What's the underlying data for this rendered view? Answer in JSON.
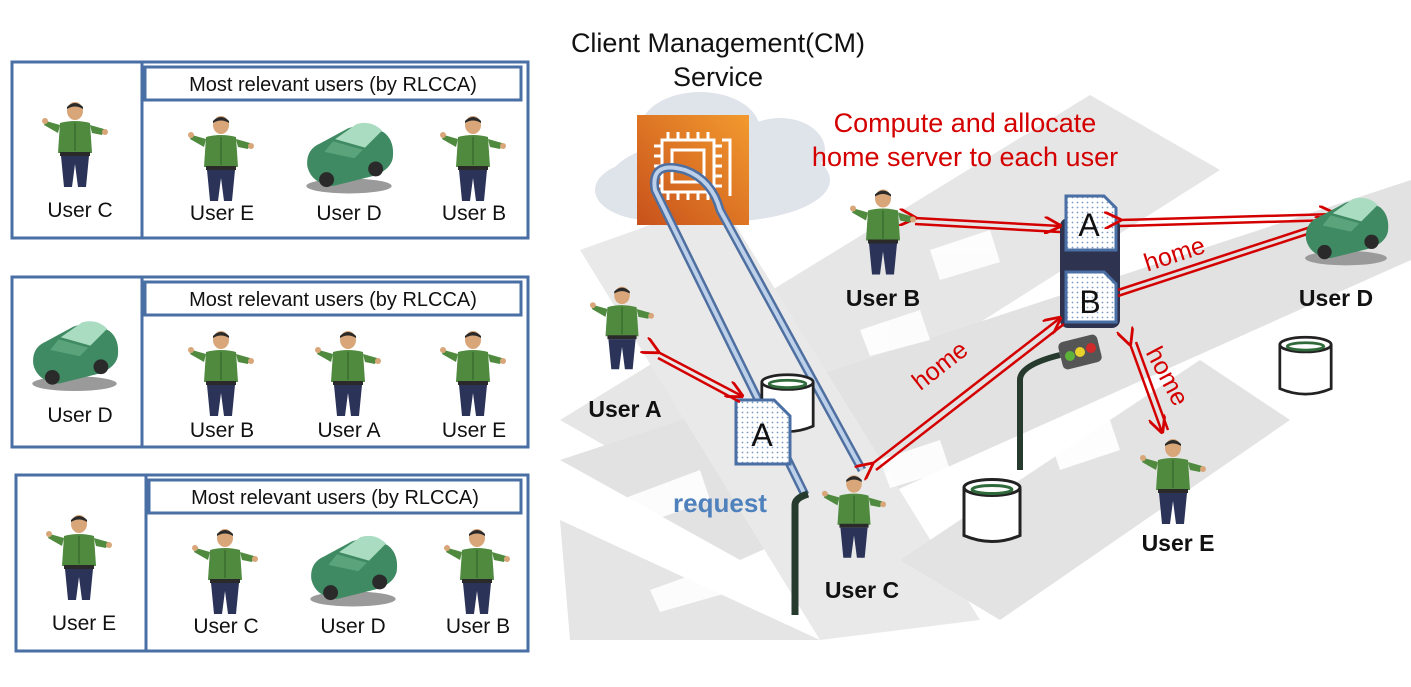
{
  "service": {
    "title_line1": "Client Management(CM)",
    "title_line2": "Service"
  },
  "annotation": {
    "line1": "Compute and allocate",
    "line2": "home server to each user"
  },
  "panels": [
    {
      "header": "Most relevant users (by RLCCA)",
      "subject": {
        "name": "User C",
        "kind": "person"
      },
      "relevant": [
        {
          "name": "User E",
          "kind": "person"
        },
        {
          "name": "User D",
          "kind": "car"
        },
        {
          "name": "User B",
          "kind": "person"
        }
      ]
    },
    {
      "header": "Most relevant users (by RLCCA)",
      "subject": {
        "name": "User D",
        "kind": "car"
      },
      "relevant": [
        {
          "name": "User B",
          "kind": "person"
        },
        {
          "name": "User A",
          "kind": "person"
        },
        {
          "name": "User E",
          "kind": "person"
        }
      ]
    },
    {
      "header": "Most relevant users (by RLCCA)",
      "subject": {
        "name": "User E",
        "kind": "person"
      },
      "relevant": [
        {
          "name": "User C",
          "kind": "person"
        },
        {
          "name": "User D",
          "kind": "car"
        },
        {
          "name": "User B",
          "kind": "person"
        }
      ]
    }
  ],
  "scene": {
    "users": {
      "a": "User A",
      "b": "User B",
      "c": "User C",
      "d": "User D",
      "e": "User E"
    },
    "servers": {
      "a": "A",
      "b_top": "A",
      "b_bottom": "B"
    },
    "links": {
      "home_1": "home",
      "home_2": "home",
      "home_3": "home",
      "request": "request"
    }
  },
  "colors": {
    "panel_border": "#4a6fa5",
    "arrow_red": "#d40000",
    "request_blue": "#4f81bd",
    "shirt_green": "#4f8a3f",
    "pants_navy": "#2b3359",
    "car_green": "#3f8a63",
    "aws_orange": "#e07b22",
    "road_gray": "#e4e4e4"
  }
}
